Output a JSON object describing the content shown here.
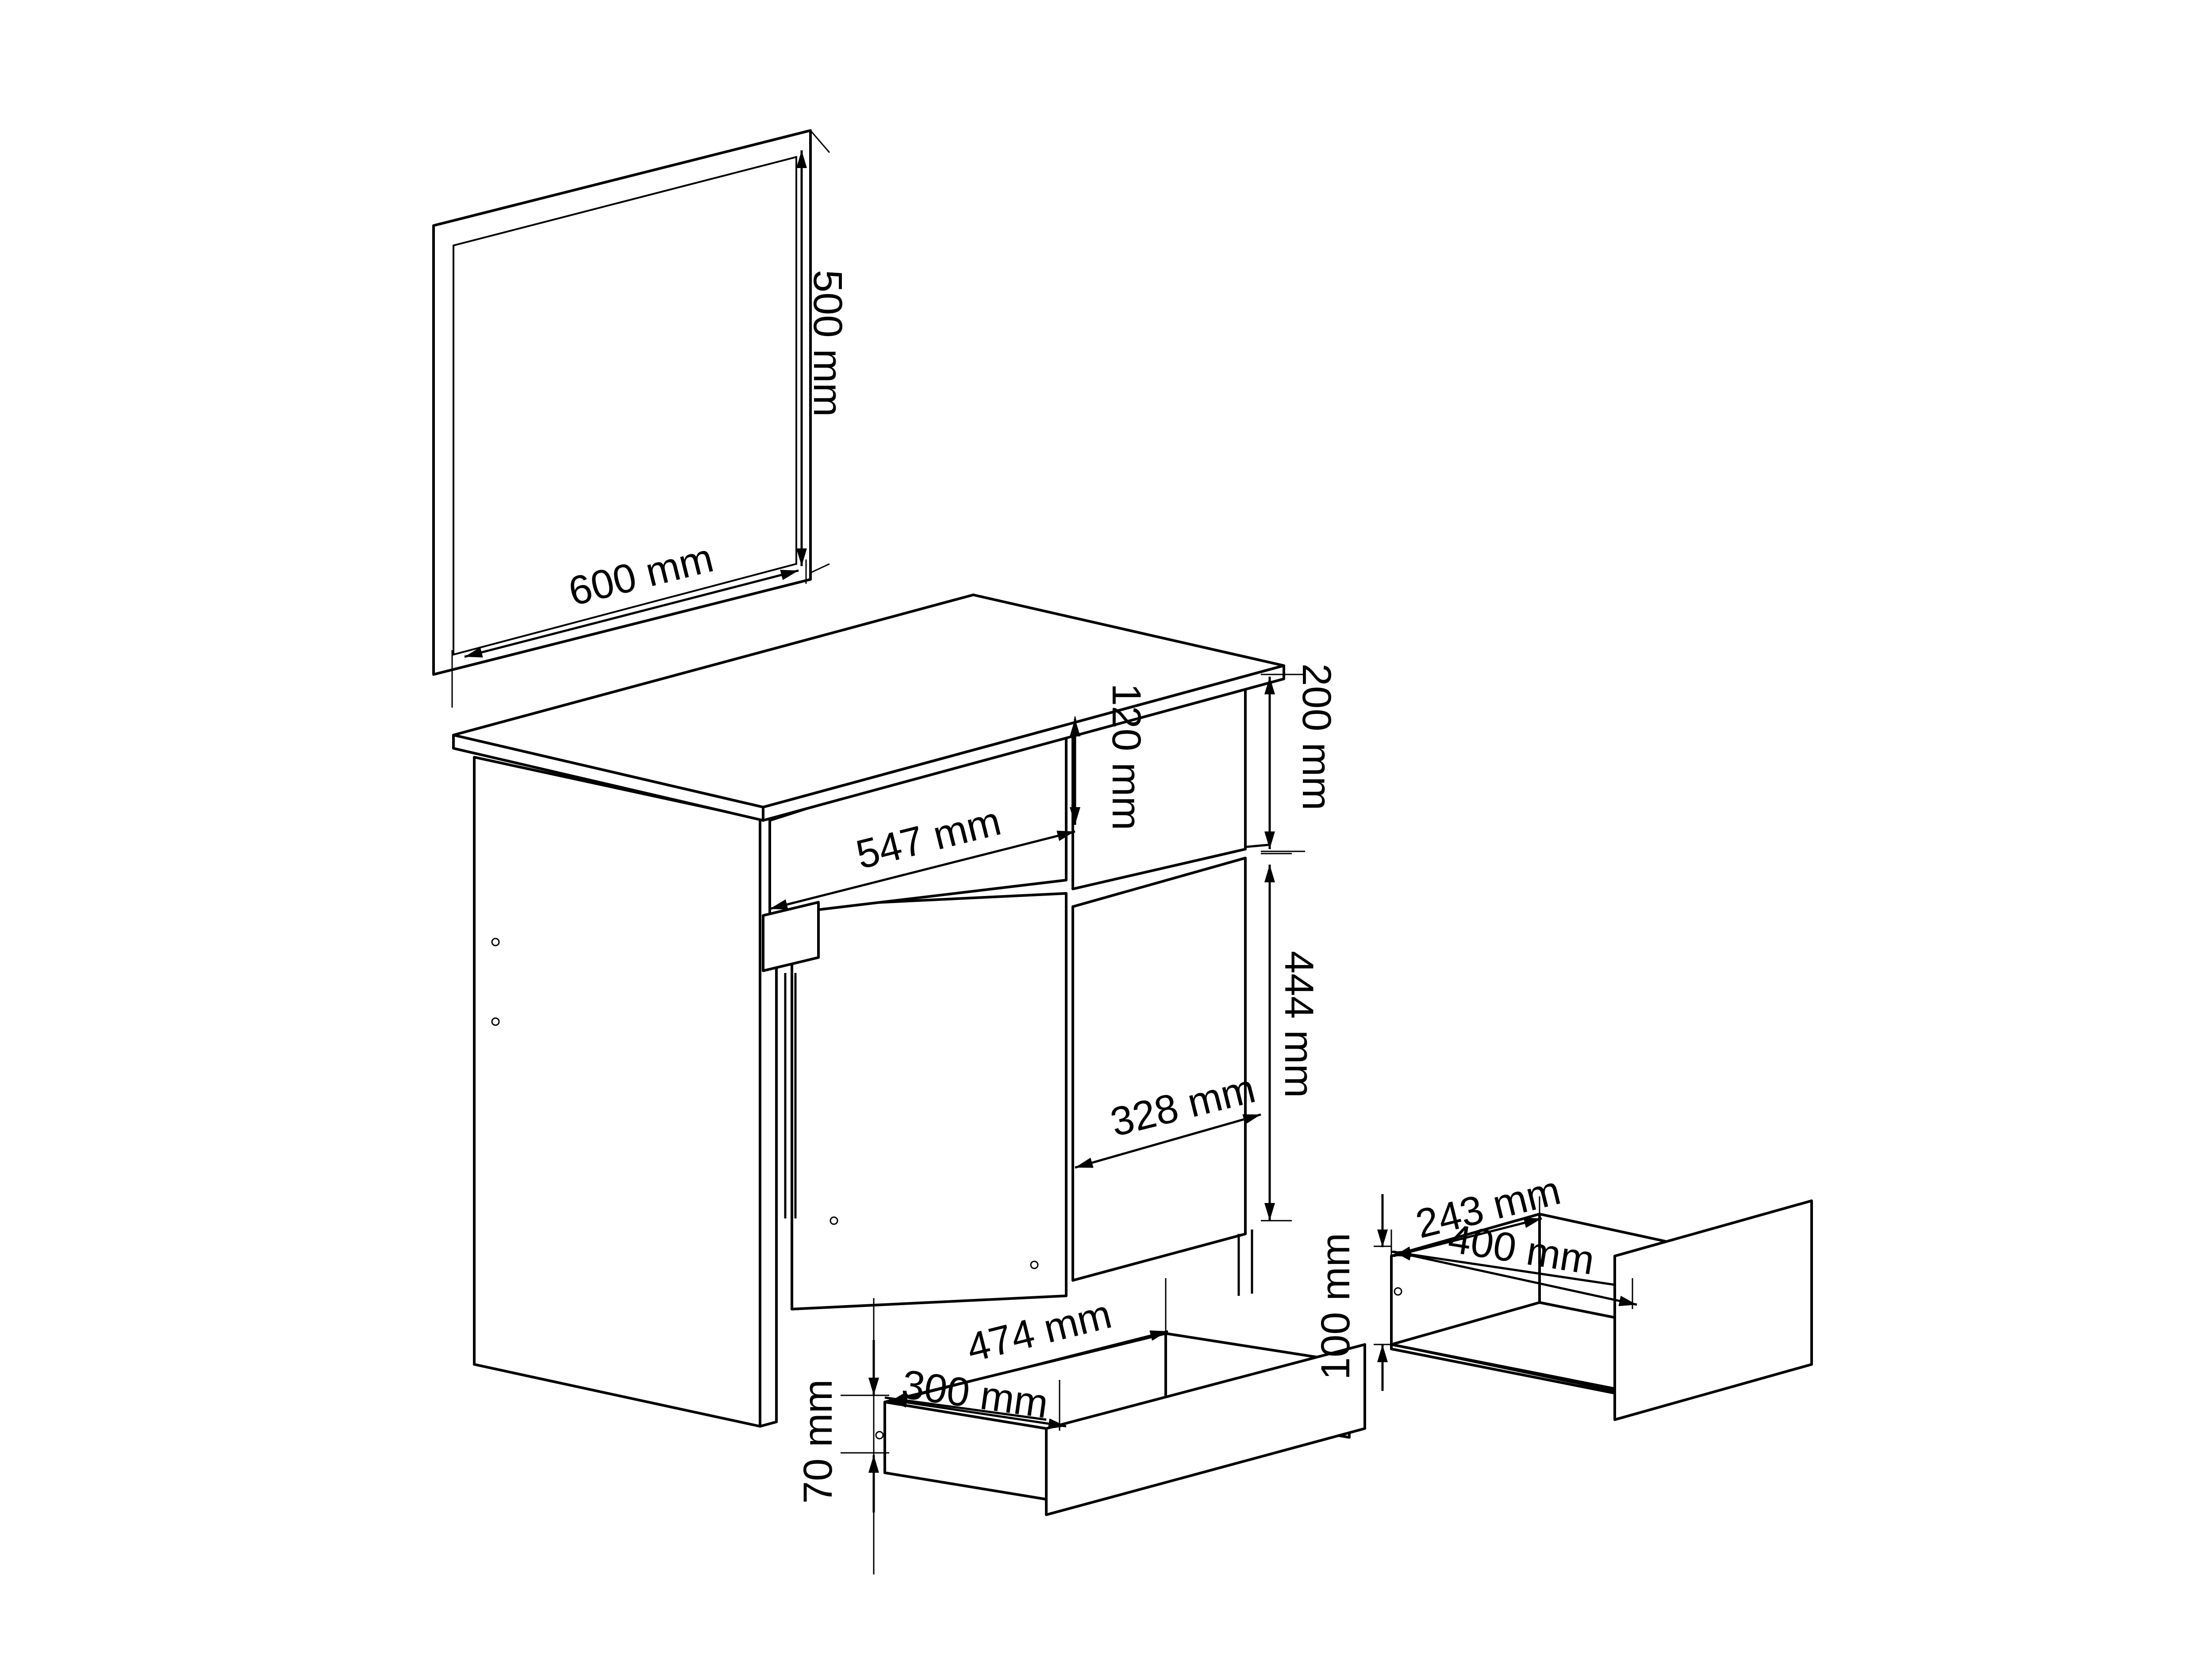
{
  "colors": {
    "line": "#000000",
    "background": "#ffffff"
  },
  "dimensions": {
    "mirror_height": "500 mm",
    "mirror_width": "600 mm",
    "drawer_front_height": "120 mm",
    "top_section_height": "200 mm",
    "drawer_width": "547 mm",
    "cabinet_door_height": "444 mm",
    "cabinet_width": "328 mm",
    "small_drawer_depth": "474 mm",
    "small_drawer_width": "300 mm",
    "small_drawer_height": "70 mm",
    "large_drawer_height": "100 mm",
    "large_drawer_width": "243 mm",
    "large_drawer_depth": "400 mm"
  }
}
